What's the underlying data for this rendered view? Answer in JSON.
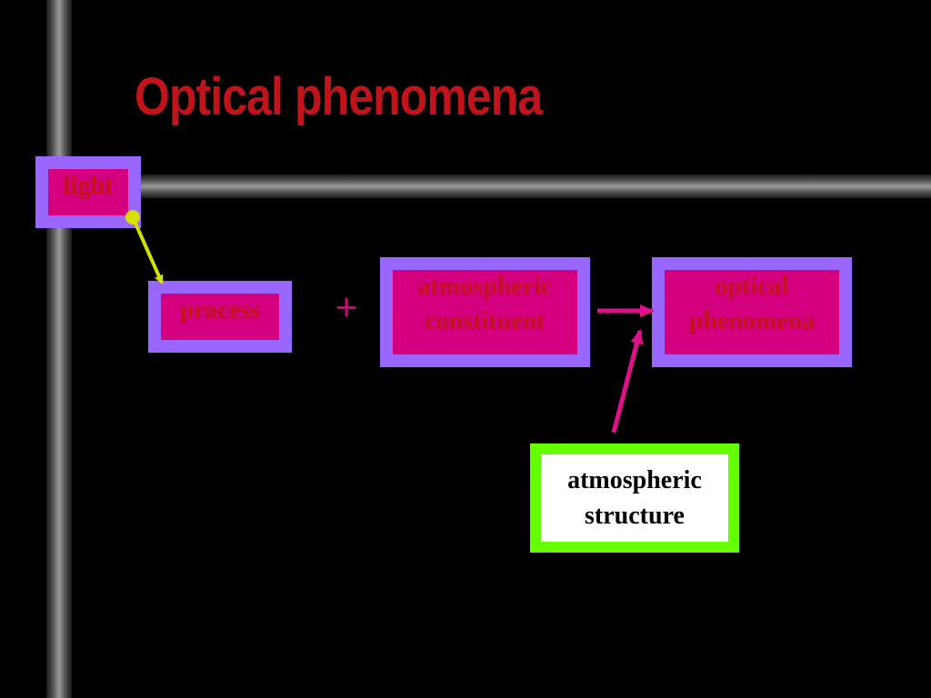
{
  "slide": {
    "title": "Optical phenomena",
    "plus_sign": "+"
  },
  "nodes": {
    "light": {
      "label": "light"
    },
    "process": {
      "label": "process"
    },
    "atmospheric_constituent": {
      "label": "atmospheric\nconstituent"
    },
    "optical_phenomena": {
      "label": "optical\nphenomena"
    },
    "atmospheric_structure": {
      "label": "atmospheric\nstructure"
    }
  },
  "colors": {
    "background": "#000000",
    "title": "#c0141a",
    "box_fill": "#d4007f",
    "box_border": "#9966ff",
    "box_text": "#c0141a",
    "structure_fill": "#ffffff",
    "structure_border": "#66ff00",
    "structure_text": "#000000",
    "plus": "#d4007f",
    "arrow_magenta": "#e0108a",
    "arrow_yellow": "#d4e000"
  }
}
